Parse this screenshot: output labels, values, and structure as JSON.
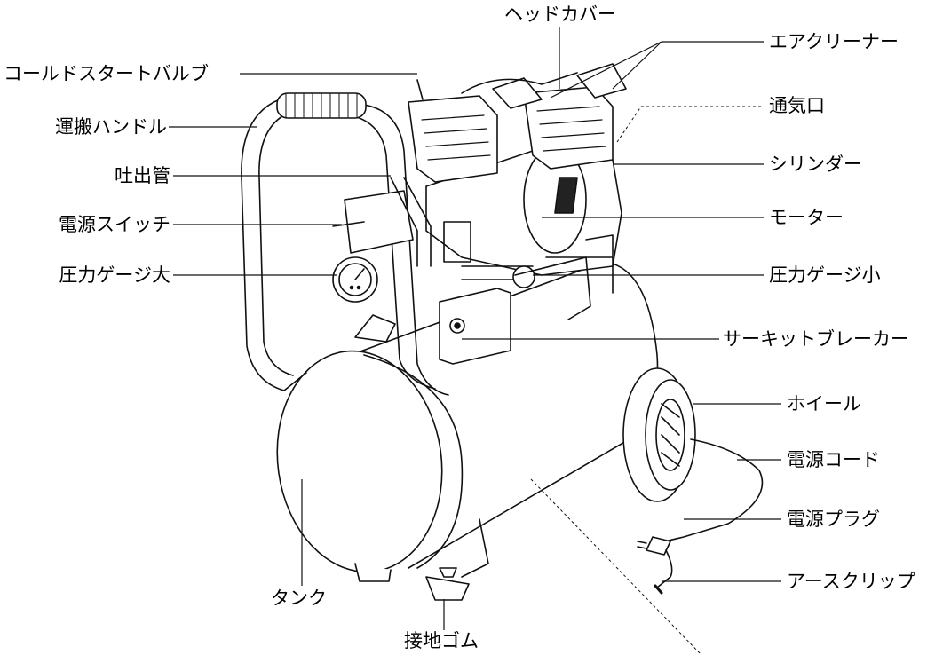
{
  "labels": {
    "head_cover": "ヘッドカバー",
    "air_cleaner": "エアクリーナー",
    "cold_start_valve": "コールドスタートバルブ",
    "vent": "通気口",
    "carry_handle": "運搬ハンドル",
    "cylinder": "シリンダー",
    "discharge_pipe": "吐出管",
    "motor": "モーター",
    "power_switch": "電源スイッチ",
    "pressure_gauge_large": "圧力ゲージ大",
    "pressure_gauge_small": "圧力ゲージ小",
    "circuit_breaker": "サーキットブレーカー",
    "wheel": "ホイール",
    "power_cord": "電源コード",
    "power_plug": "電源プラグ",
    "tank": "タンク",
    "earth_clip": "アースクリップ",
    "ground_rubber": "接地ゴム"
  }
}
